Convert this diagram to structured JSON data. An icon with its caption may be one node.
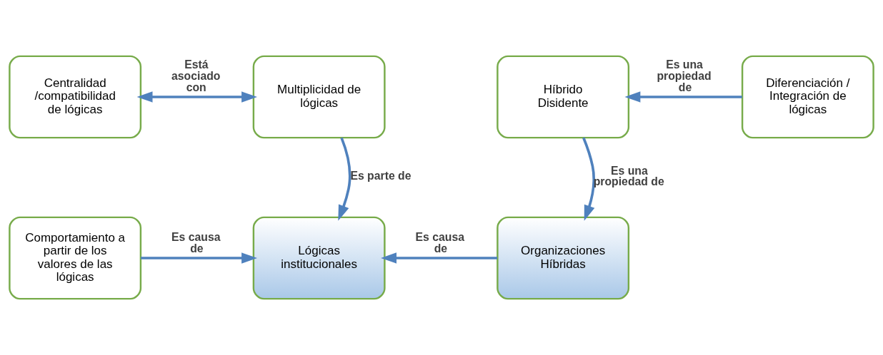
{
  "diagram": {
    "nodes": [
      {
        "text": [
          "Centralidad /compatibilidad de lógicas"
        ]
      },
      {
        "text": [
          "Multiplicidad de lógicas"
        ]
      },
      {
        "text": [
          "Híbrido Disidente"
        ]
      },
      {
        "text": [
          "Diferenciación / Integración de lógicas"
        ]
      },
      {
        "text": [
          "Comportamiento a partir de los valores de las lógicas"
        ]
      },
      {
        "text": [
          "Lógicas institucionales"
        ]
      },
      {
        "text": [
          "Organizaciones Híbridas"
        ]
      }
    ],
    "edges": [
      {
        "from": 0,
        "to": 1,
        "arrow": "both",
        "label": "Está asociado con"
      },
      {
        "from": 1,
        "to": 5,
        "arrow": "to",
        "label": "Es parte de"
      },
      {
        "from": 2,
        "to": 6,
        "arrow": "to",
        "label": "Es una propiedad de"
      },
      {
        "from": 3,
        "to": 2,
        "arrow": "to",
        "label": "Es una propiedad de"
      },
      {
        "from": 4,
        "to": 5,
        "arrow": "to",
        "label": "Es causa de"
      },
      {
        "from": 6,
        "to": 5,
        "arrow": "to",
        "label": "Es causa de"
      }
    ]
  }
}
